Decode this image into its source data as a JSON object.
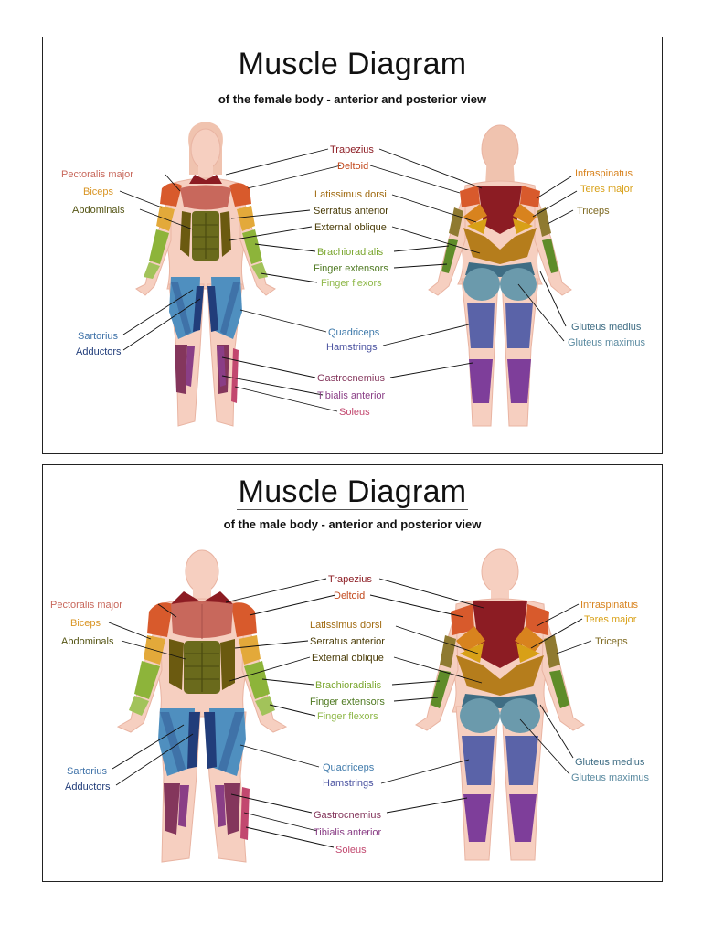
{
  "female": {
    "title": "Muscle Diagram",
    "subtitle": "of the female body - anterior and posterior view"
  },
  "male": {
    "title": "Muscle Diagram",
    "subtitle": "of the male body - anterior and posterior view"
  },
  "labels": {
    "trapezius": "Trapezius",
    "deltoid": "Deltoid",
    "pectoralis_major": "Pectoralis major",
    "biceps": "Biceps",
    "abdominals": "Abdominals",
    "latissimus_dorsi": "Latissimus dorsi",
    "serratus_anterior": "Serratus anterior",
    "external_oblique": "External oblique",
    "brachioradialis": "Brachioradialis",
    "finger_extensors": "Finger extensors",
    "finger_flexors": "Finger flexors",
    "infraspinatus": "Infraspinatus",
    "teres_major": "Teres major",
    "triceps": "Triceps",
    "sartorius": "Sartorius",
    "adductors": "Adductors",
    "quadriceps": "Quadriceps",
    "hamstrings": "Hamstrings",
    "gluteus_medius": "Gluteus medius",
    "gluteus_maximus": "Gluteus maximus",
    "gastrocnemius": "Gastrocnemius",
    "tibialis_anterior": "Tibialis anterior",
    "soleus": "Soleus"
  },
  "colors": {
    "skin": "#f6cfc0",
    "skin_outline": "#e9b4a2",
    "trapezius": "#8c1c23",
    "deltoid": "#d85a2c",
    "pectoralis_major": "#c8685c",
    "biceps": "#e3a93a",
    "abdominals": "#6a6a1c",
    "latissimus_dorsi": "#b57d1c",
    "serratus_anterior": "#6b5a10",
    "external_oblique": "#6b5a10",
    "brachioradialis": "#8db43a",
    "finger_extensors": "#5f8c29",
    "finger_flexors": "#a2c35a",
    "infraspinatus": "#d8831e",
    "teres_major": "#d8a017",
    "triceps": "#8f7a30",
    "sartorius": "#3f72a8",
    "adductors": "#213d7a",
    "quadriceps": "#4f8fbf",
    "hamstrings": "#5a63a8",
    "gluteus_medius": "#3f6d84",
    "gluteus_maximus": "#6b9aac",
    "gastrocnemius": "#84365c",
    "tibialis_anterior": "#8a3e86",
    "soleus": "#c2486f"
  }
}
